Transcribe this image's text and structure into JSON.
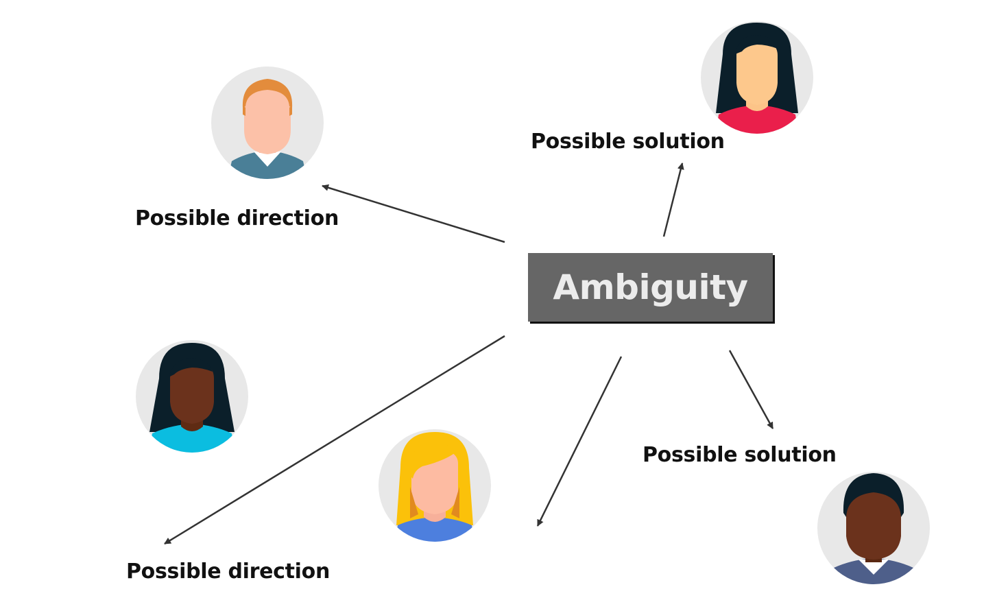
{
  "center": {
    "label": "Ambiguity"
  },
  "labels": {
    "direction_upper": "Possible direction",
    "solution_upper": "Possible solution",
    "solution_lower": "Possible solution",
    "direction_lower": "Possible direction"
  },
  "colors": {
    "center_fill": "#666666",
    "center_text": "#ececec",
    "arrow": "#333333",
    "avatar_bg": "#e8e8e8"
  },
  "avatars": [
    {
      "name": "man-light-skin-ginger-hair",
      "icon": "person-icon"
    },
    {
      "name": "woman-light-skin-black-hair",
      "icon": "person-icon"
    },
    {
      "name": "woman-dark-skin-black-hair",
      "icon": "person-icon"
    },
    {
      "name": "woman-light-skin-blonde-hair",
      "icon": "person-icon"
    },
    {
      "name": "man-dark-skin-black-hair",
      "icon": "person-icon"
    }
  ]
}
